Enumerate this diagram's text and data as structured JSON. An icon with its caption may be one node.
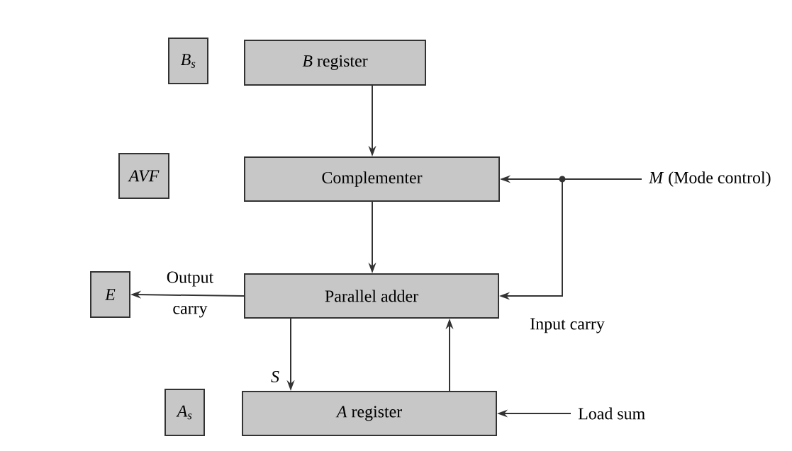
{
  "diagram": {
    "nodes": [
      {
        "text": [
          "B$_{s}$"
        ]
      },
      {
        "text": [
          "*B* register"
        ]
      },
      {
        "text": [
          "AVF"
        ]
      },
      {
        "text": [
          "Complementer"
        ]
      },
      {
        "text": [
          "*M* (Mode control)"
        ]
      },
      {
        "text": [
          "E"
        ]
      },
      {
        "text": [
          "Parallel adder"
        ]
      },
      {
        "text": [
          "A$_{s}$"
        ]
      },
      {
        "text": [
          "*A* register"
        ]
      },
      {
        "text": [
          "Load sum"
        ]
      }
    ],
    "edges": [
      {
        "from": 1,
        "to": 3,
        "arrow": "to"
      },
      {
        "from": 3,
        "to": 6,
        "arrow": "to"
      },
      {
        "from": 6,
        "to": 5,
        "arrow": "to",
        "label": "Output carry"
      },
      {
        "from": 6,
        "to": 8,
        "arrow": "to",
        "label": "S"
      },
      {
        "from": 8,
        "to": 6,
        "arrow": "to"
      },
      {
        "from": 4,
        "to": 3,
        "arrow": "to"
      },
      {
        "from": 4,
        "to": 6,
        "arrow": "to",
        "label": "Input carry"
      },
      {
        "from": 9,
        "to": 8,
        "arrow": "to"
      }
    ]
  }
}
